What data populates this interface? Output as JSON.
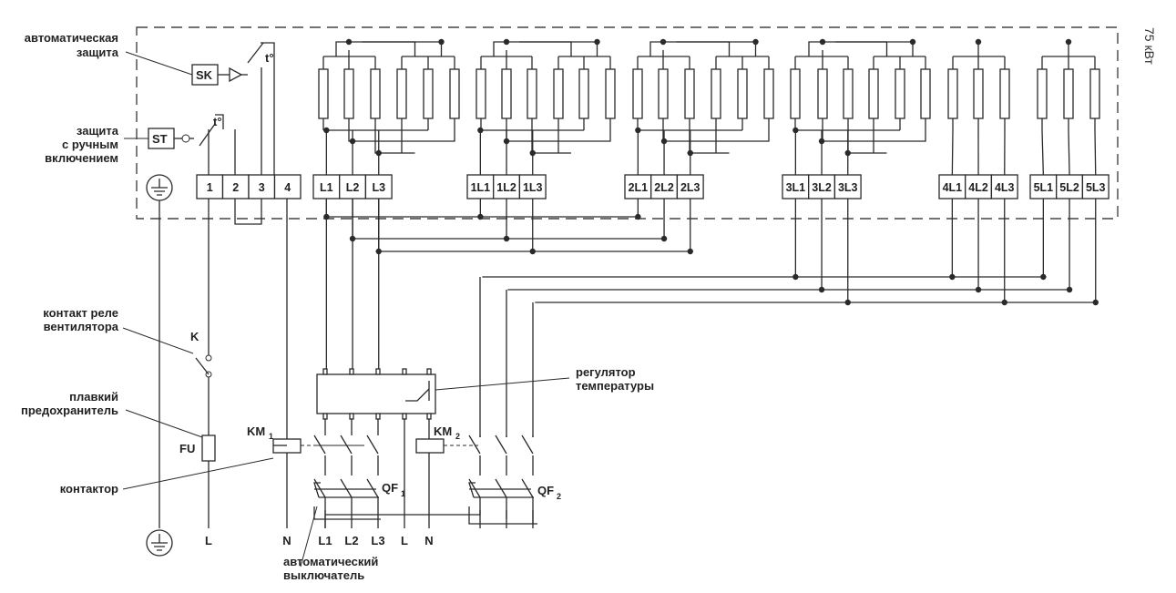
{
  "power_label": "75 кВт",
  "labels": {
    "auto_protection": [
      "автоматическая",
      "защита"
    ],
    "manual_protection": [
      "защита",
      "с ручным",
      "включением"
    ],
    "fan_relay": [
      "контакт реле",
      "вентилятора"
    ],
    "fuse": [
      "плавкий",
      "предохранитель"
    ],
    "contactor": "контактор",
    "temp_regulator": [
      "регулятор",
      "температуры"
    ],
    "circuit_breaker": [
      "автоматический",
      "выключатель"
    ]
  },
  "components": {
    "sk": "SK",
    "st": "ST",
    "t_symbol": "t°",
    "k": "K",
    "fu": "FU",
    "km1": "KM",
    "km1_sub": "1",
    "km2": "KM",
    "km2_sub": "2",
    "qf1": "QF",
    "qf1_sub": "1",
    "qf2": "QF",
    "qf2_sub": "2"
  },
  "terminal_groups": [
    [
      "1",
      "2",
      "3",
      "4"
    ],
    [
      "L1",
      "L2",
      "L3"
    ],
    [
      "1L1",
      "1L2",
      "1L3"
    ],
    [
      "2L1",
      "2L2",
      "2L3"
    ],
    [
      "3L1",
      "3L2",
      "3L3"
    ],
    [
      "4L1",
      "4L2",
      "4L3"
    ],
    [
      "5L1",
      "5L2",
      "5L3"
    ]
  ],
  "bottom_terminals": [
    "L",
    "N",
    "L1",
    "L2",
    "L3",
    "L",
    "N"
  ]
}
